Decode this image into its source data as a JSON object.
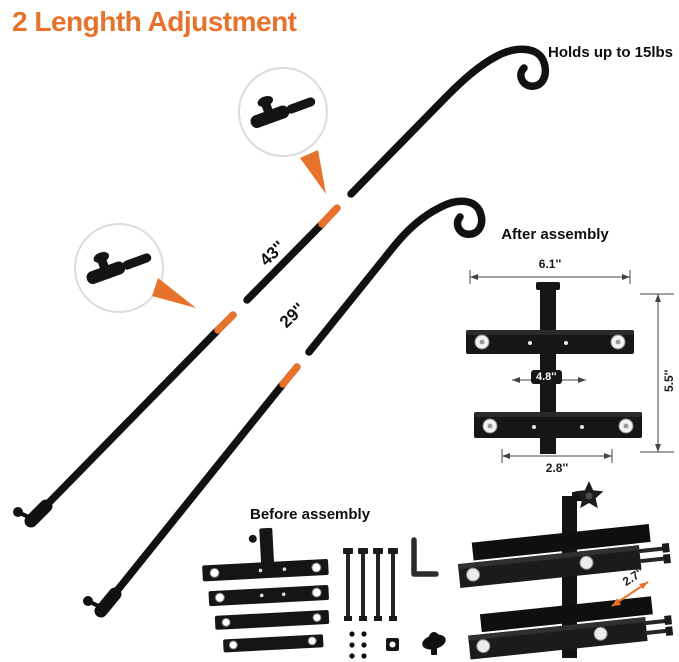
{
  "title": "2 Lenghth Adjustment",
  "capacity_note": "Holds up to 15lbs",
  "poles": {
    "long_label": "43''",
    "short_label": "29''"
  },
  "after_assembly": {
    "heading": "After assembly",
    "dim_top_width": "6.1''",
    "dim_inner_width": "4.8''",
    "dim_height": "5.5''",
    "dim_bottom_width": "2.8''"
  },
  "before_assembly": {
    "heading": "Before assembly"
  },
  "assembled_view": {
    "dim_depth": "2.7''"
  },
  "colors": {
    "accent": "#E7722C",
    "ink": "#111111"
  }
}
